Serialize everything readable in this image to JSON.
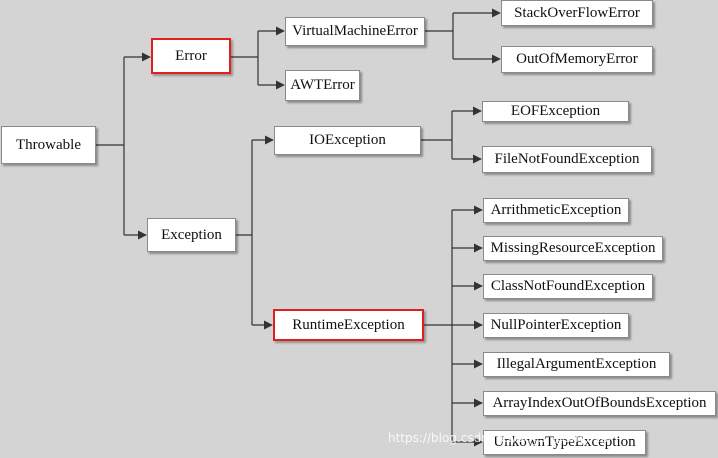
{
  "nodes": {
    "throwable": "Throwable",
    "error": "Error",
    "exception": "Exception",
    "virtual_machine_error": "VirtualMachineError",
    "awt_error": "AWTError",
    "stack_overflow_error": "StackOverFlowError",
    "out_of_memory_error": "OutOfMemoryError",
    "io_exception": "IOException",
    "eof_exception": "EOFException",
    "file_not_found_exception": "FileNotFoundException",
    "runtime_exception": "RuntimeException",
    "runtime_children": [
      "ArrithmeticException",
      "MissingResourceException",
      "ClassNotFoundException",
      "NullPointerException",
      "IllegalArgumentException",
      "ArrayIndexOutOfBoundsException",
      "UnkownTypeException"
    ]
  },
  "highlight_color": "#e02020",
  "watermark": "https://blog.csdn.net/qq_... @smart哥"
}
